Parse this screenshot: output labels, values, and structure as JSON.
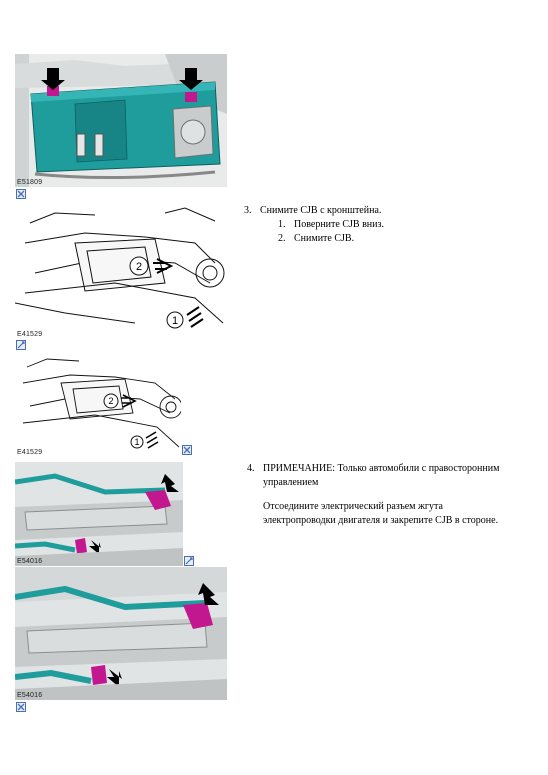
{
  "figures": [
    {
      "code": "E51809",
      "icon": "collapse-icon"
    },
    {
      "code": "E41529",
      "icon": "expand-icon"
    },
    {
      "code": "E41529",
      "icon": "collapse-icon"
    },
    {
      "code": "E54016",
      "icon": "expand-icon"
    },
    {
      "code": "E54016",
      "icon": "collapse-icon"
    }
  ],
  "colors": {
    "teal": "#1f9c9c",
    "magenta": "#c2178e",
    "link_blue": "#4a6fb5"
  },
  "step3": {
    "number": "3.",
    "text": "Снимите CJB с кронштейна.",
    "substeps": [
      {
        "number": "1.",
        "text": "Поверните CJB вниз."
      },
      {
        "number": "2.",
        "text": "Снимите CJB."
      }
    ]
  },
  "step4": {
    "number": "4.",
    "note_line1": "ПРИМЕЧАНИЕ: Только автомобили с правосторонним",
    "note_line2": "управлением",
    "action_line1": "Отсоедините электрический разъем жгута",
    "action_line2": "электропроводки двигателя и закрепите CJB в стороне."
  },
  "callouts": {
    "one": "1",
    "two": "2"
  }
}
